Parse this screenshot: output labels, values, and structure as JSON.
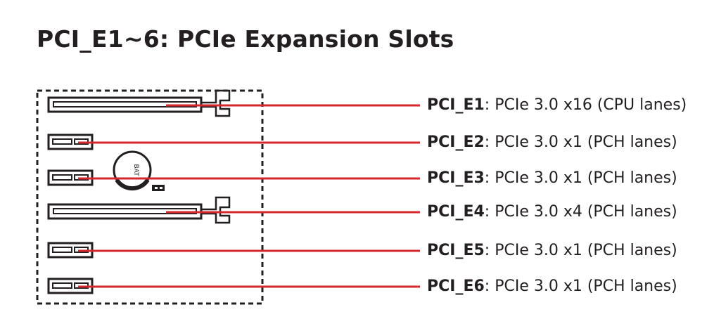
{
  "page": {
    "title": "PCI_E1~6: PCIe Expansion Slots"
  },
  "diagram": {
    "battery_label": "BAT",
    "accent_color": "#d7272e",
    "line_color": "#231f20"
  },
  "slots": [
    {
      "name": "PCI_E1",
      "desc": ": PCIe 3.0 x16 (CPU lanes)",
      "type": "long"
    },
    {
      "name": "PCI_E2",
      "desc": ": PCIe 3.0 x1 (PCH lanes)",
      "type": "short"
    },
    {
      "name": "PCI_E3",
      "desc": ": PCIe 3.0 x1 (PCH lanes)",
      "type": "short"
    },
    {
      "name": "PCI_E4",
      "desc": ": PCIe 3.0 x4 (PCH lanes)",
      "type": "long"
    },
    {
      "name": "PCI_E5",
      "desc": ": PCIe 3.0 x1 (PCH lanes)",
      "type": "short"
    },
    {
      "name": "PCI_E6",
      "desc": ": PCIe 3.0 x1 (PCH lanes)",
      "type": "short"
    }
  ]
}
